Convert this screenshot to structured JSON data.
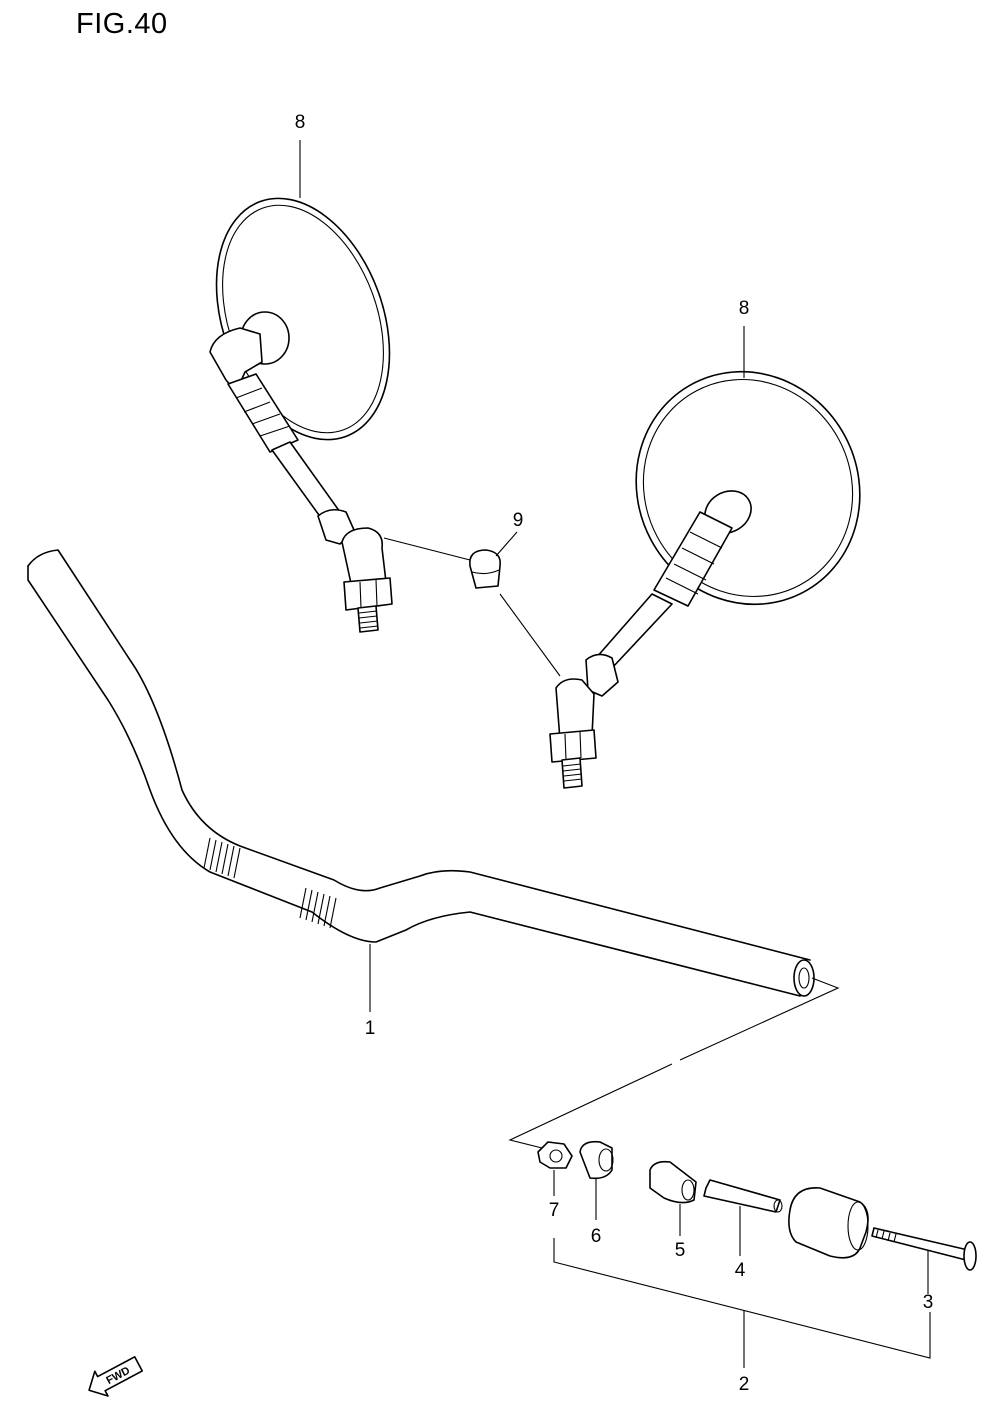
{
  "figure": {
    "title": "FIG.40"
  },
  "callouts": {
    "handlebar": "1",
    "balancer_set": "2",
    "screw": "3",
    "shaft": "4",
    "cushion": "5",
    "spacer": "6",
    "nut": "7",
    "mirror_left": "8",
    "mirror_right": "8",
    "cap": "9"
  },
  "direction_arrow": {
    "label": "FWD",
    "icon": "fwd-arrow-icon"
  }
}
